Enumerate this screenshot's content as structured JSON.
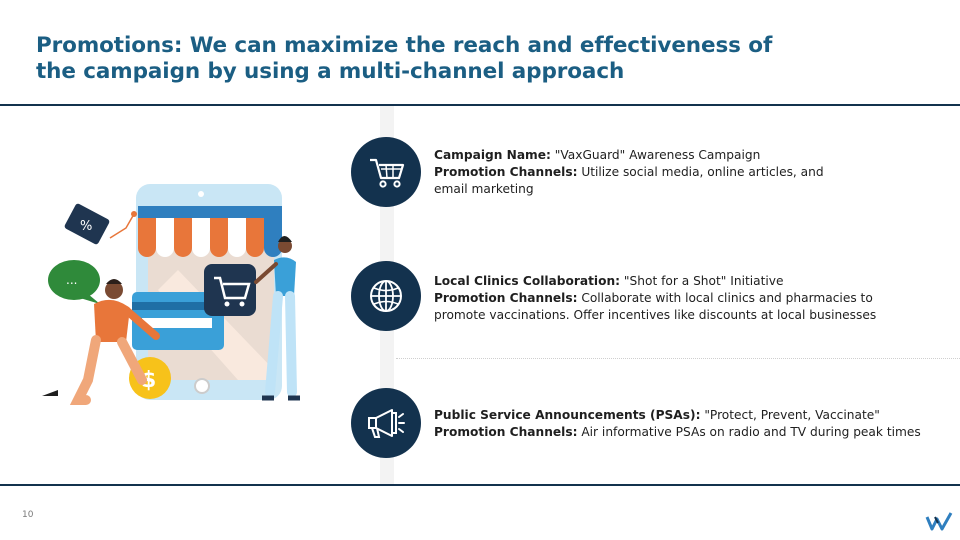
{
  "slide": {
    "title": "Promotions: We can maximize the reach and effectiveness of the campaign by using a multi-channel approach",
    "page_number": "10"
  },
  "items": [
    {
      "icon": "shopping-cart-icon",
      "name_label": "Campaign Name:",
      "name_value": " \"VaxGuard\" Awareness Campaign",
      "channels_label": "Promotion Channels:",
      "channels_value": " Utilize social media, online articles, and email marketing"
    },
    {
      "icon": "globe-icon",
      "name_label": "Local Clinics Collaboration:",
      "name_value": " \"Shot for a Shot\" Initiative",
      "channels_label": "Promotion Channels:",
      "channels_value": " Collaborate with local clinics and pharmacies to promote vaccinations. Offer incentives like discounts at local businesses"
    },
    {
      "icon": "megaphone-icon",
      "name_label": "Public Service Announcements (PSAs):",
      "name_value": " \"Protect, Prevent, Vaccinate\"",
      "channels_label": "Promotion Channels:",
      "channels_value": " Air informative PSAs on radio and TV during peak times"
    }
  ],
  "illustration": {
    "subject": "online-shopping-illustration",
    "speech_bubble_text": "..."
  },
  "colors": {
    "title": "#1b5e83",
    "icon_circle": "#13324e",
    "rule": "#13324e",
    "awning_orange": "#e8763a",
    "awning_blue": "#2f7fbf",
    "card_blue": "#3aa0d8",
    "coin_yellow": "#f7c21a",
    "bubble_green": "#2f8a3a"
  }
}
